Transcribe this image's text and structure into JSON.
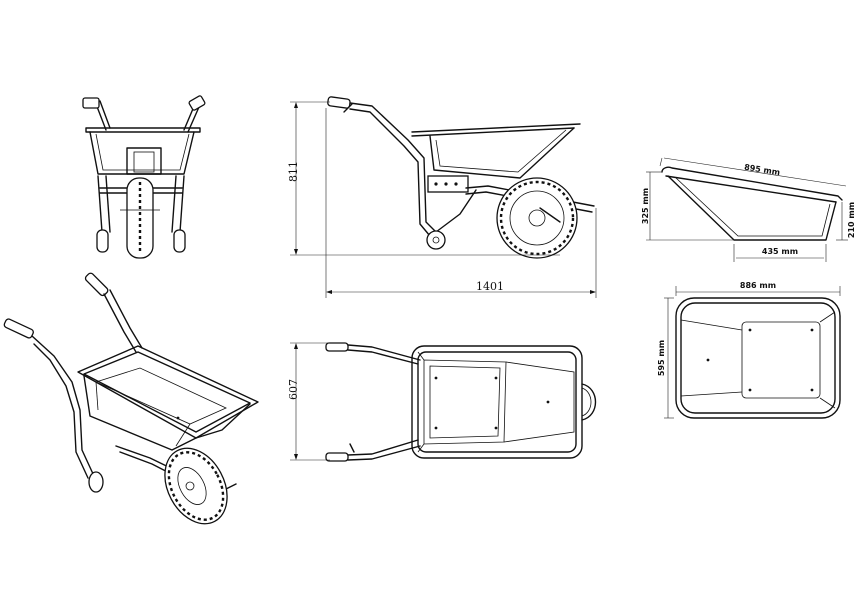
{
  "dimensions": {
    "height_side": "811",
    "length_side": "1401",
    "width_top": "607",
    "tray_top_length": "895 mm",
    "tray_depth": "325 mm",
    "tray_end_height": "210 mm",
    "tray_bottom_length": "435 mm",
    "tray_plan_length": "886 mm",
    "tray_plan_width": "595 mm"
  },
  "colors": {
    "line": "#111111",
    "background": "#ffffff"
  }
}
